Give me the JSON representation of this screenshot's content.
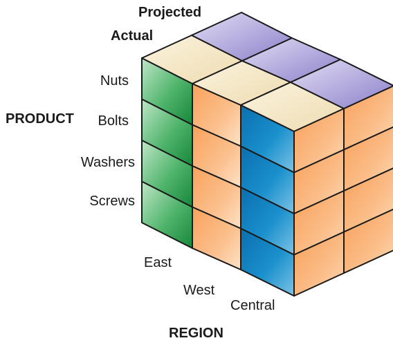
{
  "diagram": {
    "dimension_labels": {
      "product": "PRODUCT",
      "region": "REGION"
    },
    "measures": [
      "Projected",
      "Actual"
    ],
    "products": [
      "Nuts",
      "Bolts",
      "Washers",
      "Screws"
    ],
    "regions": [
      "East",
      "West",
      "Central"
    ],
    "colors": {
      "east_front": "#3aa65b",
      "west_front": "#f7a35c",
      "central_front": "#1a8fcb",
      "top_actual": "#f2e4bf",
      "top_projected": "#9a8fd0",
      "right_side": "#f7a35c",
      "edge": "#1a1a1a"
    }
  }
}
